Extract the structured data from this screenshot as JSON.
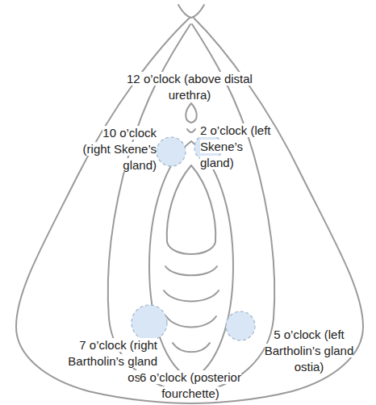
{
  "diagram": {
    "labels": [
      "12 o’clock (above distal urethra)",
      "10 o’clock (right Skene’s gland)",
      "2 o’clock (left Skene’s gland)",
      "7 o’clock (right Bartholin’s gland ostia)",
      "6 o’clock (posterior fourchette)",
      "5 o’clock (left Bartholin’s gland ostia)"
    ]
  }
}
